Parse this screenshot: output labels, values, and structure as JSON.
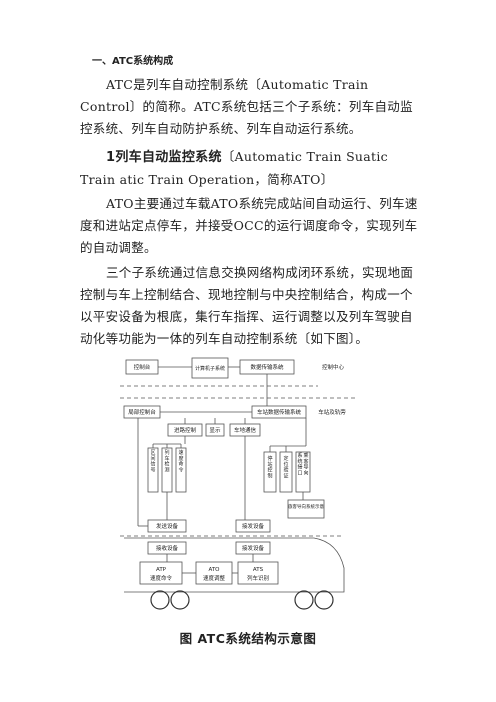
{
  "section_heading": "一、ATC系统构成",
  "paragraphs": {
    "p1": "ATC是列车自动控制系统〔Automatic Train Control〕的简称。ATC系统包括三个子系统：列车自动监控系统、列车自动防护系统、列车自动运行系统。",
    "p2_lead": "1列车自动监控系统",
    "p2_rest": "〔Automatic Train Suatic Train atic Train Operation，简称ATO〕",
    "p3": "ATO主要通过车载ATO系统完成站间自动运行、列车速度和进站定点停车，并接受OCC的运行调度命令，实现列车的自动调整。",
    "p4": "三个子系统通过信息交换网络构成闭环系统，实现地面控制与车上控制结合、现地控制与中央控制结合，构成一个以平安设备为根底，集行车指挥、运行调整以及列车驾驶自动化等功能为一体的列车自动控制系统〔如下图〕。"
  },
  "diagram": {
    "control_desk": "控制台",
    "computer_sub": "计算机子系统",
    "data_tx": "数据传输系统",
    "control_center": "控制中心",
    "local_desk": "局部控制台",
    "station_data_tx": "车站数据传输系统",
    "station_track": "车站及轨旁",
    "route_control": "进路控制",
    "display": "显示",
    "train_ground_comm": "车地通信",
    "section_signal": "区间信号",
    "train_detect": "列车检测",
    "speed_cmd_v": "速度命令",
    "stop_control": "停站控制",
    "position_check": "定位验证",
    "sys_interface": "系统接口乘客导向",
    "passenger_guide": "旅客导向系统示意",
    "send_device": "发送设备",
    "recv_device_top": "接发设备",
    "recv_device_1": "接收设备",
    "recv_device_2": "接发设备",
    "atp_title": "ATP",
    "atp_sub": "速度命令",
    "ato_title": "ATO",
    "ato_sub": "速度调整",
    "ats_title": "ATS",
    "ats_sub": "列车识别"
  },
  "caption": "图  ATC系统结构示意图"
}
